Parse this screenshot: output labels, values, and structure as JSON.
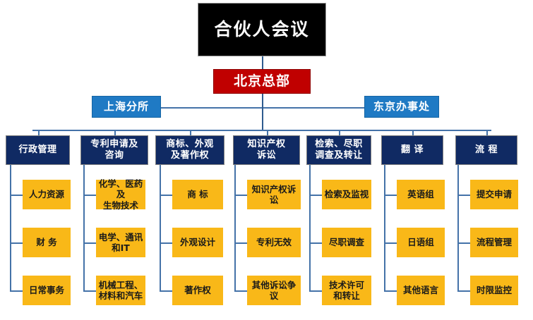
{
  "chart": {
    "type": "org-chart",
    "title": "合伙人会议",
    "colors": {
      "root": "#000000",
      "headquarters": "#c00000",
      "branch": "#1f7ac4",
      "department": "#102a63",
      "team": "#f9b818",
      "connector": "#4472a8",
      "background": "#ffffff"
    },
    "root": {
      "label": "合伙人会议"
    },
    "headquarters": {
      "label": "北京总部"
    },
    "branches": [
      {
        "label": "上海分所"
      },
      {
        "label": "东京办事处"
      }
    ],
    "departments": [
      {
        "label": "行政管理",
        "teams": [
          {
            "label": "人力资源"
          },
          {
            "label": "财 务"
          },
          {
            "label": "日常事务"
          }
        ]
      },
      {
        "label": "专利申请及\n咨询",
        "teams": [
          {
            "label": "化学、医药及\n生物技术"
          },
          {
            "label": "电学、通讯\n和IT"
          },
          {
            "label": "机械工程、\n材料和汽车"
          }
        ]
      },
      {
        "label": "商标、外观\n及著作权",
        "teams": [
          {
            "label": "商 标"
          },
          {
            "label": "外观设计"
          },
          {
            "label": "著作权"
          }
        ]
      },
      {
        "label": "知识产权\n诉讼",
        "teams": [
          {
            "label": "知识产权诉讼"
          },
          {
            "label": "专利无效"
          },
          {
            "label": "其他诉讼争议"
          }
        ]
      },
      {
        "label": "检索、尽职\n调查及转让",
        "teams": [
          {
            "label": "检索及监视"
          },
          {
            "label": "尽职调查"
          },
          {
            "label": "技术许可\n和转让"
          }
        ]
      },
      {
        "label": "翻 译",
        "teams": [
          {
            "label": "英语组"
          },
          {
            "label": "日语组"
          },
          {
            "label": "其他语言"
          }
        ]
      },
      {
        "label": "流 程",
        "teams": [
          {
            "label": "提交申请"
          },
          {
            "label": "流程管理"
          },
          {
            "label": "时限监控"
          }
        ]
      }
    ]
  }
}
